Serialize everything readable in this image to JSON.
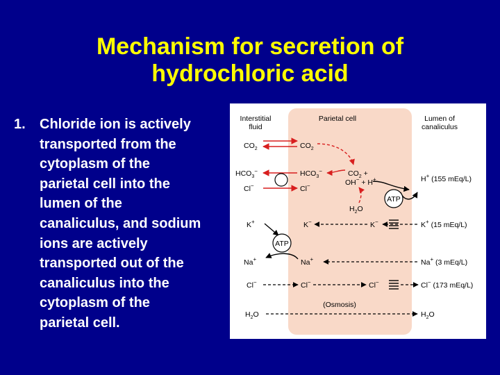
{
  "slide": {
    "title_line1": "Mechanism for secretion of",
    "title_line2": "hydrochloric acid",
    "list_number": "1.",
    "list_lines": [
      "Chloride ion is actively",
      "transported from the",
      "cytoplasm of the",
      "parietal cell into the",
      "lumen of the",
      "canaliculus, and sodium",
      "ions are actively",
      "transported out of the",
      "canaliculus into the",
      "cytoplasm of the",
      "parietal cell."
    ]
  },
  "figure": {
    "headers": {
      "interstitial": [
        "Interstitial",
        "fluid"
      ],
      "parietal": "Parietal cell",
      "lumen": [
        "Lumen of",
        "canaliculus"
      ]
    },
    "interstitial_labels": {
      "co2": "CO",
      "hco3": "HCO",
      "cl": "Cl",
      "k": "K",
      "na": "Na",
      "cl2": "Cl",
      "h2o": "H",
      "h2o_end": "O"
    },
    "cell_labels": {
      "co2": "CO",
      "hco3": "HCO",
      "cl": "Cl",
      "reaction_line1": "CO",
      "reaction_plus": " +",
      "reaction_line2": "OH",
      "reaction_plus_h": " + H",
      "h2o": "H",
      "h2o_end": "O",
      "k": "K",
      "na": "Na",
      "cl2": "Cl",
      "k_lumen_side": "K",
      "cl_lumen_side": "Cl",
      "osmosis": "(Osmosis)"
    },
    "lumen_labels": {
      "h": "H",
      "h_conc": " (155 mEq/L)",
      "k": "K",
      "k_conc": " (15 mEq/L)",
      "na": "Na",
      "na_conc": " (3 mEq/L)",
      "cl": "Cl",
      "cl_conc": " (173 mEq/L)",
      "h2o": "H",
      "h2o_end": "O"
    },
    "pump_label": "ATP",
    "subscripts": {
      "two": "2",
      "three": "3"
    },
    "charges": {
      "plus": "+",
      "minus": "−"
    },
    "colors": {
      "cell_fill": "#f9d9c8",
      "arrow_red": "#d81e1e",
      "arrow_black": "#000000"
    }
  }
}
